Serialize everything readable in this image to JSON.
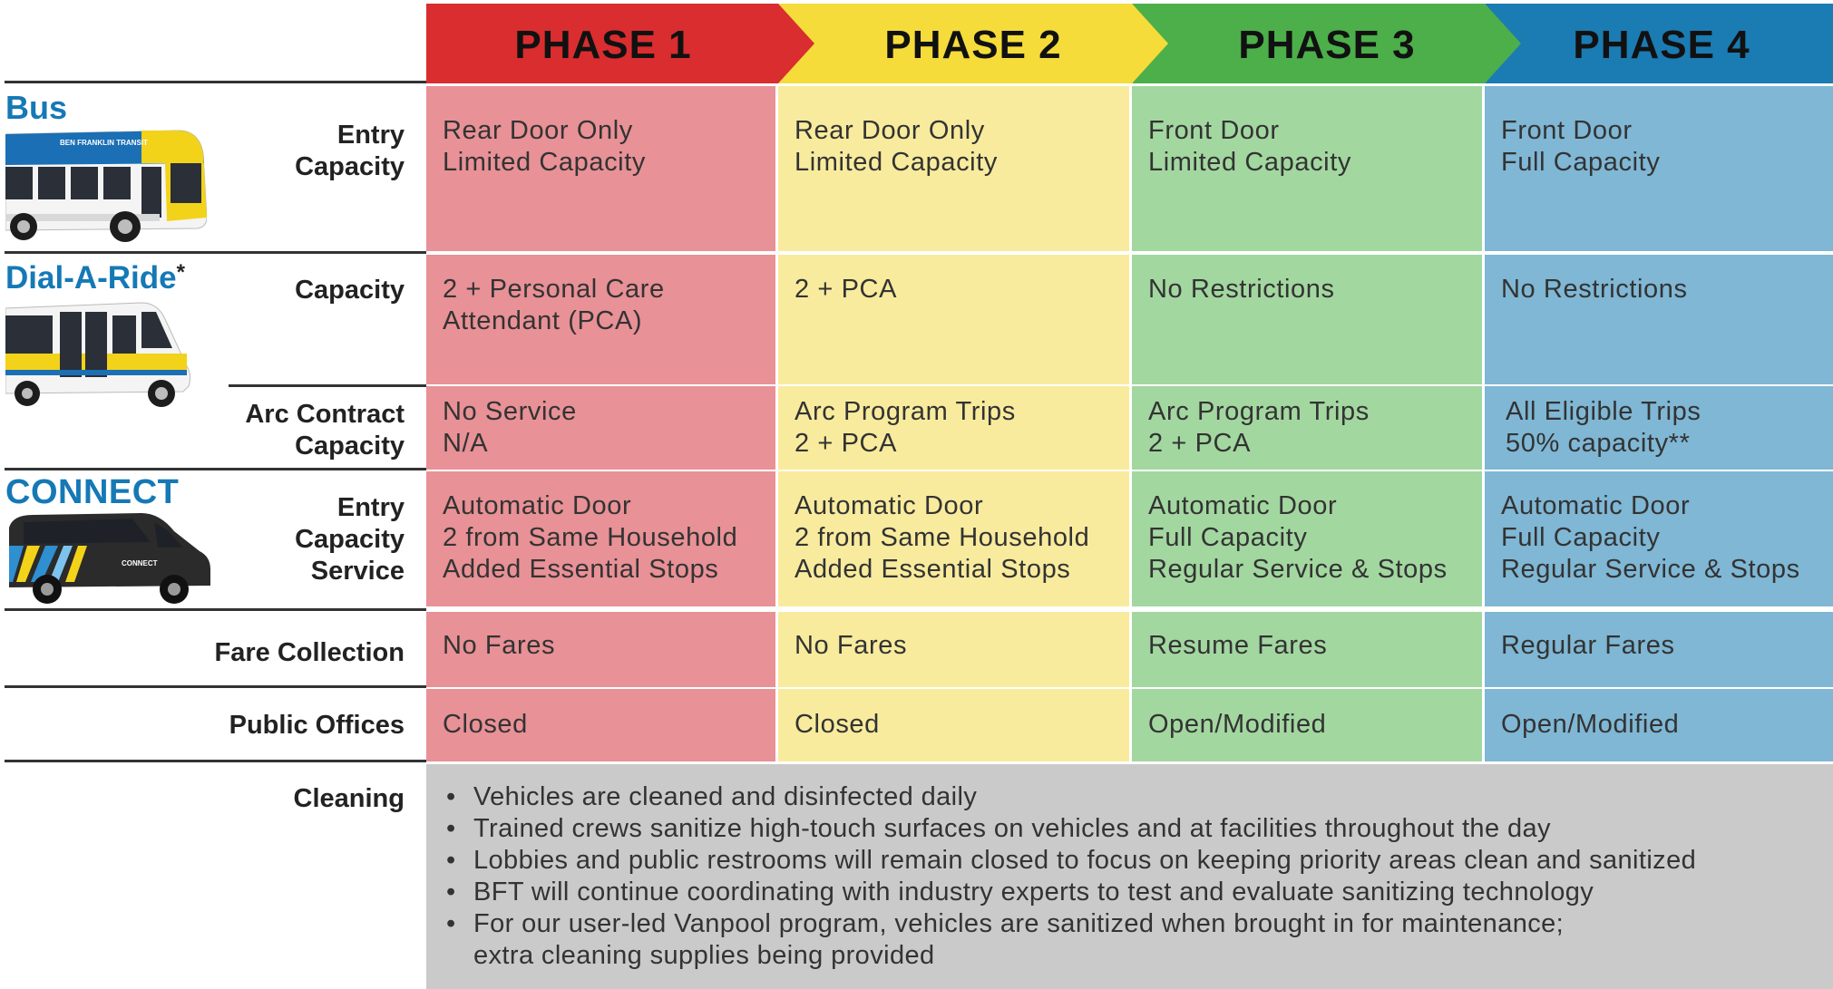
{
  "colors": {
    "phase1_header": "#d92d2f",
    "phase2_header": "#f5dc3a",
    "phase3_header": "#4caf4a",
    "phase4_header": "#1b7bb3",
    "phase1_cell": "#e89196",
    "phase2_cell": "#f8eb9d",
    "phase3_cell": "#a3d7a0",
    "phase4_cell": "#7fb7d5",
    "cleaning_bg": "#cacaca",
    "mode_blue": "#1579b6"
  },
  "phases": [
    "PHASE 1",
    "PHASE 2",
    "PHASE 3",
    "PHASE 4"
  ],
  "modes": {
    "bus": "Bus",
    "dial_a_ride": "Dial-A-Ride",
    "dial_a_ride_mark": "*",
    "connect": "CONNECT"
  },
  "vehicles": {
    "bus_text": "BEN FRANKLIN TRANSIT",
    "van_text": "CONNECT"
  },
  "rows": [
    {
      "label": [
        "Entry",
        "Capacity"
      ],
      "cells": [
        [
          "Rear Door Only",
          "Limited Capacity"
        ],
        [
          "Rear Door Only",
          "Limited Capacity"
        ],
        [
          "Front Door",
          "Limited Capacity"
        ],
        [
          "Front Door",
          "Full Capacity"
        ]
      ]
    },
    {
      "label": [
        "Capacity"
      ],
      "cells": [
        [
          "2 + Personal Care",
          "Attendant (PCA)"
        ],
        [
          "2 + PCA"
        ],
        [
          "No Restrictions"
        ],
        [
          "No Restrictions"
        ]
      ]
    },
    {
      "label": [
        "Arc Contract",
        "Capacity"
      ],
      "cells": [
        [
          "No Service",
          "N/A"
        ],
        [
          "Arc Program Trips",
          "2 + PCA"
        ],
        [
          "Arc Program Trips",
          "2 + PCA"
        ],
        [
          "All Eligible Trips",
          "50% capacity**"
        ]
      ]
    },
    {
      "label": [
        "Entry",
        "Capacity",
        "Service"
      ],
      "cells": [
        [
          "Automatic Door",
          "2 from Same Household",
          "Added Essential Stops"
        ],
        [
          "Automatic Door",
          "2 from Same Household",
          "Added Essential Stops"
        ],
        [
          "Automatic Door",
          "Full Capacity",
          "Regular Service & Stops"
        ],
        [
          "Automatic Door",
          "Full Capacity",
          "Regular Service & Stops"
        ]
      ]
    },
    {
      "label": [
        "Fare Collection"
      ],
      "cells": [
        [
          "No Fares"
        ],
        [
          "No Fares"
        ],
        [
          "Resume Fares"
        ],
        [
          "Regular Fares"
        ]
      ]
    },
    {
      "label": [
        "Public Offices"
      ],
      "cells": [
        [
          "Closed"
        ],
        [
          "Closed"
        ],
        [
          "Open/Modified"
        ],
        [
          "Open/Modified"
        ]
      ]
    }
  ],
  "cleaning": {
    "label": "Cleaning",
    "bullet": "•",
    "items": [
      [
        "Vehicles are cleaned and disinfected daily"
      ],
      [
        "Trained crews sanitize high-touch surfaces on vehicles and at facilities throughout the day"
      ],
      [
        "Lobbies and public restrooms will remain closed to focus on keeping priority areas clean and sanitized"
      ],
      [
        "BFT will continue coordinating with industry experts to test and evaluate sanitizing technology"
      ],
      [
        "For our user-led Vanpool program, vehicles are sanitized when brought in for maintenance;",
        "extra cleaning supplies being provided"
      ]
    ]
  }
}
